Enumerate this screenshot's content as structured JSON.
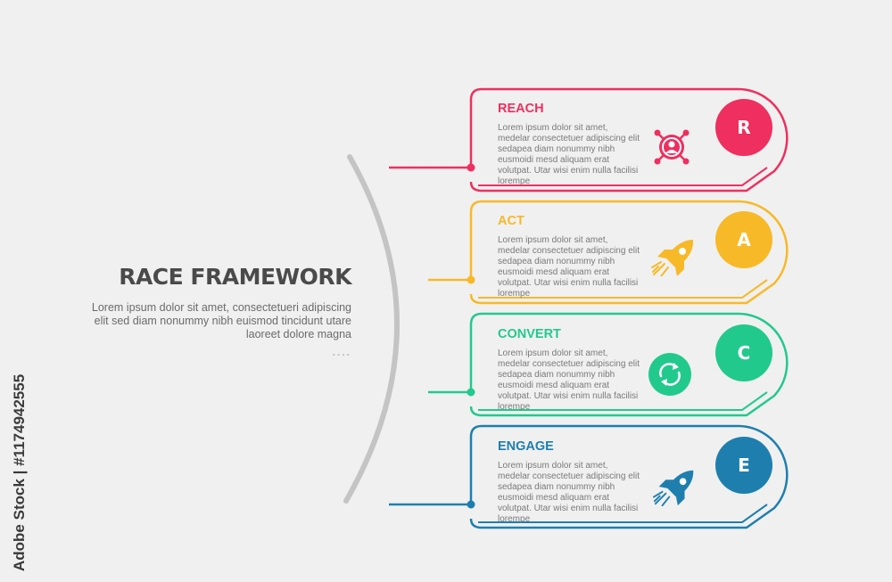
{
  "header": {
    "title": "RACE FRAMEWORK",
    "description": "Lorem ipsum dolor sit amet, consectetueri adipiscing elit sed diam nonummy nibh euismod tincidunt utare laoreet dolore magna",
    "dots": "...."
  },
  "watermark": {
    "text": "Adobe Stock | #1174942555"
  },
  "steps": [
    {
      "title": "REACH",
      "letter": "R",
      "color": "#ee2f5f",
      "icon": "target-user-icon",
      "body": "Lorem ipsum dolor sit amet, medelar consectetuer adipiscing elit sedapea diam nonummy nibh eusmoidi mesd aliquam erat volutpat. Utar wisi enim nulla facilisi lorempe"
    },
    {
      "title": "ACT",
      "letter": "A",
      "color": "#f7b928",
      "icon": "rocket-icon",
      "body": "Lorem ipsum dolor sit amet, medelar consectetuer adipiscing elit sedapea diam nonummy nibh eusmoidi mesd aliquam erat volutpat. Utar wisi enim nulla facilisi lorempe"
    },
    {
      "title": "CONVERT",
      "letter": "C",
      "color": "#22c98d",
      "icon": "refresh-cycle-icon",
      "body": "Lorem ipsum dolor sit amet, medelar consectetuer adipiscing elit sedapea diam nonummy nibh eusmoidi mesd aliquam erat volutpat. Utar wisi enim nulla facilisi lorempe"
    },
    {
      "title": "ENGAGE",
      "letter": "E",
      "color": "#1e7fae",
      "icon": "rocket-icon",
      "body": "Lorem ipsum dolor sit amet, medelar consectetuer adipiscing elit sedapea diam nonummy nibh eusmoidi mesd aliquam erat volutpat. Utar wisi enim nulla facilisi lorempe"
    }
  ]
}
